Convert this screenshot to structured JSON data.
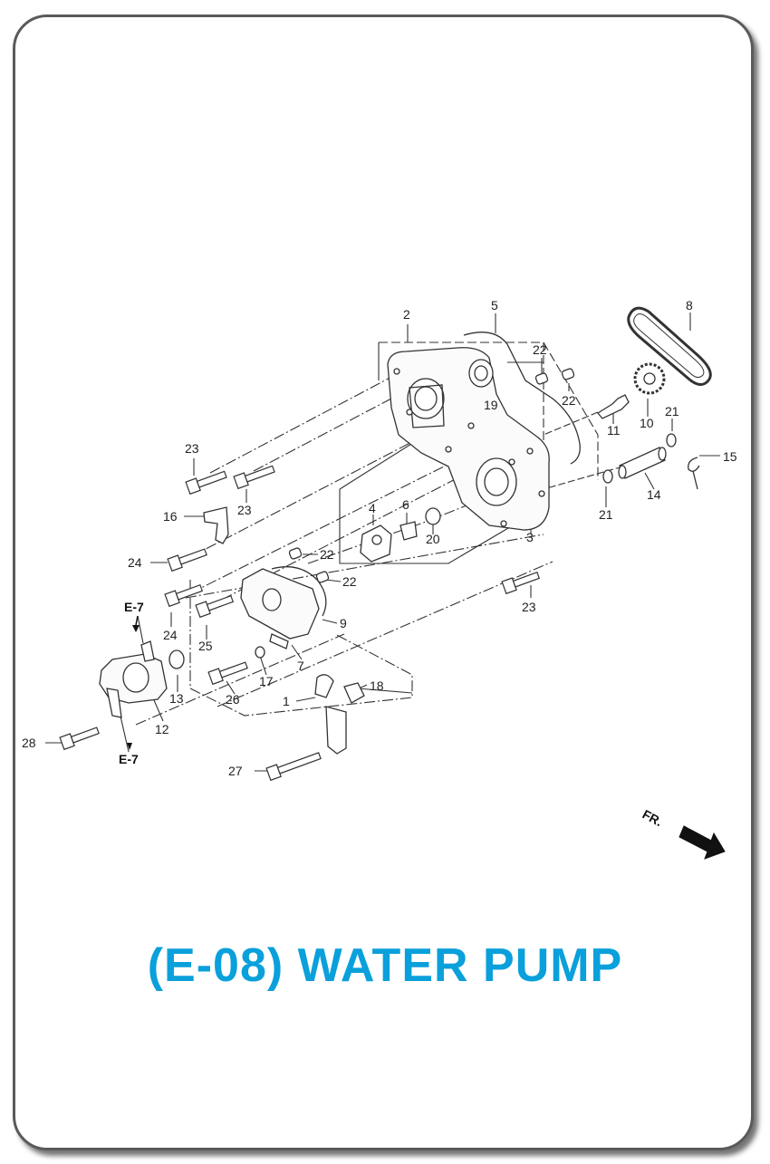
{
  "title": "(E-08) WATER PUMP",
  "direction_mark": "FR.",
  "reference_labels": [
    "E-7",
    "E-7"
  ],
  "callouts": [
    {
      "id": "c1",
      "text": "1"
    },
    {
      "id": "c2",
      "text": "2"
    },
    {
      "id": "c3",
      "text": "3"
    },
    {
      "id": "c4",
      "text": "4"
    },
    {
      "id": "c5",
      "text": "5"
    },
    {
      "id": "c6",
      "text": "6"
    },
    {
      "id": "c7",
      "text": "7"
    },
    {
      "id": "c8",
      "text": "8"
    },
    {
      "id": "c9",
      "text": "9"
    },
    {
      "id": "c10",
      "text": "10"
    },
    {
      "id": "c11",
      "text": "11"
    },
    {
      "id": "c12",
      "text": "12"
    },
    {
      "id": "c13",
      "text": "13"
    },
    {
      "id": "c14",
      "text": "14"
    },
    {
      "id": "c15",
      "text": "15"
    },
    {
      "id": "c16",
      "text": "16"
    },
    {
      "id": "c17",
      "text": "17"
    },
    {
      "id": "c18",
      "text": "18"
    },
    {
      "id": "c19",
      "text": "19"
    },
    {
      "id": "c20",
      "text": "20"
    },
    {
      "id": "c21a",
      "text": "21"
    },
    {
      "id": "c21b",
      "text": "21"
    },
    {
      "id": "c22a",
      "text": "22"
    },
    {
      "id": "c22b",
      "text": "22"
    },
    {
      "id": "c22c",
      "text": "22"
    },
    {
      "id": "c22d",
      "text": "22"
    },
    {
      "id": "c23a",
      "text": "23"
    },
    {
      "id": "c23b",
      "text": "23"
    },
    {
      "id": "c23c",
      "text": "23"
    },
    {
      "id": "c24a",
      "text": "24"
    },
    {
      "id": "c24b",
      "text": "24"
    },
    {
      "id": "c25",
      "text": "25"
    },
    {
      "id": "c26",
      "text": "26"
    },
    {
      "id": "c27",
      "text": "27"
    },
    {
      "id": "c28",
      "text": "28"
    }
  ]
}
